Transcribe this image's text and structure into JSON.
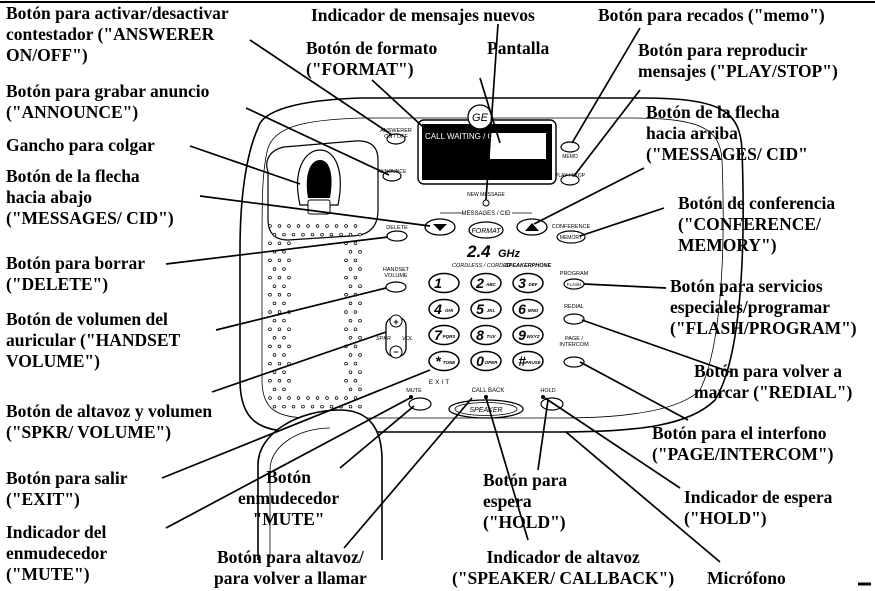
{
  "labels": {
    "answerer": "Botón para activar/desactivar\ncontestador (\"ANSWERER\nON/OFF\")",
    "new_messages": "Indicador de mensajes nuevos",
    "memo": "Botón para recados (\"memo\")",
    "format": "Botón de formato\n(\"FORMAT\")",
    "display": "Pantalla",
    "play_stop": "Botón para reproducir\nmensajes (\"PLAY/STOP\")",
    "announce": "Botón para grabar anuncio\n(\"ANNOUNCE\")",
    "up_arrow": "Botón de la flecha\nhacia arriba\n(\"MESSAGES/ CID\"",
    "hook": "Gancho para colgar",
    "down_arrow": "Botón de la flecha\nhacia abajo\n(\"MESSAGES/ CID\")",
    "conference": "Botón de conferencia\n(\"CONFERENCE/\nMEMORY\")",
    "delete": "Botón para borrar\n(\"DELETE\")",
    "flash_program": "Botón para servicios\nespeciales/programar\n(\"FLASH/PROGRAM\")",
    "handset_volume": "Botón de volumen del\nauricular (\"HANDSET\nVOLUME\")",
    "redial": "Botón para volver a\nmarcar (\"REDIAL\")",
    "spkr_volume": "Botón de altavoz y volumen\n(\"SPKR/ VOLUME\")",
    "page_intercom": "Botón para el interfono\n(\"PAGE/INTERCOM\")",
    "exit": "Botón para salir\n(\"EXIT\")",
    "mute_button": "Botón\nenmudecedor\n\"MUTE\"",
    "hold_button": "Botón para\nespera\n(\"HOLD\")",
    "hold_indicator": "Indicador de espera\n(\"HOLD\")",
    "mute_indicator": "Indicador del\nenmudecedor\n(\"MUTE\")",
    "speaker_callback_button": "Botón para altavoz/\npara volver a llamar",
    "speaker_indicator": "Indicador de altavoz\n(\"SPEAKER/ CALLBACK\")",
    "microphone": "Micrófono"
  },
  "phone": {
    "brand": "GE",
    "lcd_text": "CALL WAITING / CALLER ID",
    "answerer_label": "ANSWERER\nON / OFF",
    "announce_label": "ANNOUNCE",
    "memo_label": "MEMO",
    "play_label": "PLAY / STOP",
    "new_message_label": "NEW MESSAGE",
    "messages_cid_label": "MESSAGES / CID",
    "format_label": "FORMAT",
    "delete_label": "DELETE",
    "conference_label": "CONFERENCE",
    "memory_label": "MEMORY",
    "freq_main": "2.4",
    "freq_unit": "GHz",
    "cordless_label": "CORDLESS / CORDED",
    "speakerphone_label": "SPEAKERPHONE",
    "handset_volume_label": "HANDSET\nVOLUME",
    "spkr_label": "SPKR",
    "vol_label": "VOL",
    "program_label": "PROGRAM",
    "flash_label": "FLASH",
    "redial_label": "REDIAL",
    "page_label": "PAGE /\nINTERCOM",
    "exit_label": "EXIT",
    "mute_label": "MUTE",
    "callback_label": "CALL BACK",
    "speaker_label": "SPEAKER",
    "hold_label": "HOLD",
    "keys": [
      {
        "digit": "1",
        "letters": ""
      },
      {
        "digit": "2",
        "letters": "ABC"
      },
      {
        "digit": "3",
        "letters": "DEF"
      },
      {
        "digit": "4",
        "letters": "GHI"
      },
      {
        "digit": "5",
        "letters": "JKL"
      },
      {
        "digit": "6",
        "letters": "MNO"
      },
      {
        "digit": "7",
        "letters": "PQRS"
      },
      {
        "digit": "8",
        "letters": "TUV"
      },
      {
        "digit": "9",
        "letters": "WXYZ"
      },
      {
        "digit": "*",
        "letters": "TONE"
      },
      {
        "digit": "0",
        "letters": "OPER"
      },
      {
        "digit": "#",
        "letters": "PAUSE"
      }
    ]
  }
}
